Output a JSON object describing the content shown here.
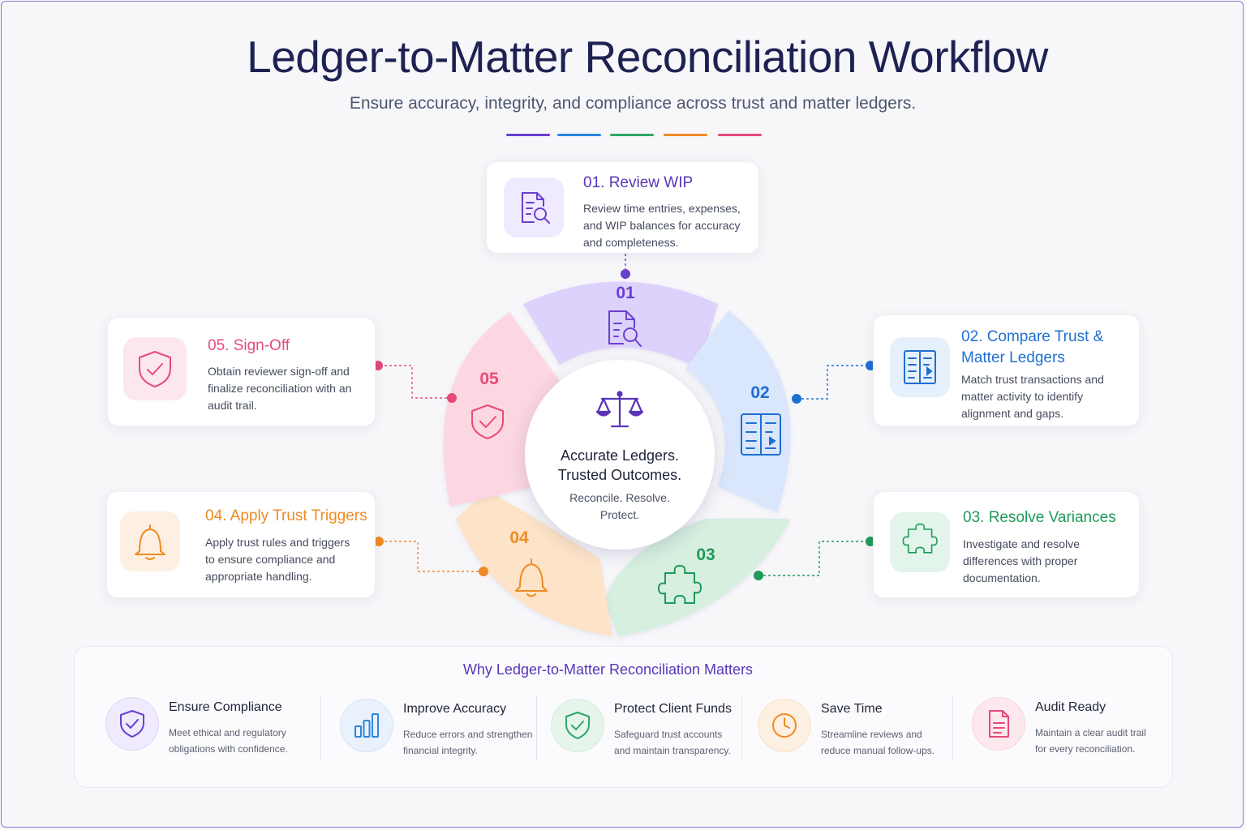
{
  "header": {
    "title": "Ledger-to-Matter Reconciliation Workflow",
    "subtitle": "Ensure accuracy, integrity, and compliance across trust and matter ledgers."
  },
  "accent_colors": [
    "#6a3fd0",
    "#2e86dc",
    "#2ea865",
    "#f08a24",
    "#e64a7a"
  ],
  "steps": [
    {
      "number": "01",
      "title": "01. Review WIP",
      "description": "Review time entries, expenses, and WIP balances for accuracy and completeness.",
      "icon": "document-search-icon",
      "color": "#6a3fd0"
    },
    {
      "number": "02",
      "title": "02. Compare Trust & Matter Ledgers",
      "description": "Match trust transactions and matter activity to identify alignment and gaps.",
      "icon": "ledger-compare-icon",
      "color": "#1f6fd0"
    },
    {
      "number": "03",
      "title": "03. Resolve Variances",
      "description": "Investigate and resolve differences with proper documentation.",
      "icon": "puzzle-icon",
      "color": "#1e9a58"
    },
    {
      "number": "04",
      "title": "04. Apply Trust Triggers",
      "description": "Apply trust rules and triggers to ensure compliance and appropriate handling.",
      "icon": "bell-icon",
      "color": "#f08a24"
    },
    {
      "number": "05",
      "title": "05. Sign-Off",
      "description": "Obtain reviewer sign-off and finalize reconciliation with an audit trail.",
      "icon": "shield-check-icon",
      "color": "#e64a7a"
    }
  ],
  "center": {
    "icon": "scales-icon",
    "headline_line1": "Accurate Ledgers.",
    "headline_line2": "Trusted Outcomes.",
    "tagline_line1": "Reconcile. Resolve.",
    "tagline_line2": "Protect."
  },
  "benefits": {
    "title": "Why Ledger-to-Matter Reconciliation Matters",
    "items": [
      {
        "title": "Ensure Compliance",
        "description": "Meet ethical and regulatory obligations with confidence.",
        "icon": "shield-check-icon",
        "color": "#6a3fd0"
      },
      {
        "title": "Improve Accuracy",
        "description": "Reduce errors and strengthen financial integrity.",
        "icon": "bar-chart-icon",
        "color": "#2e86dc"
      },
      {
        "title": "Protect Client Funds",
        "description": "Safeguard trust accounts and maintain transparency.",
        "icon": "shield-check-icon",
        "color": "#2ea865"
      },
      {
        "title": "Save Time",
        "description": "Streamline reviews and reduce manual follow-ups.",
        "icon": "clock-icon",
        "color": "#f08a24"
      },
      {
        "title": "Audit Ready",
        "description": "Maintain a clear audit trail for every reconciliation.",
        "icon": "document-icon",
        "color": "#e64a7a"
      }
    ]
  }
}
